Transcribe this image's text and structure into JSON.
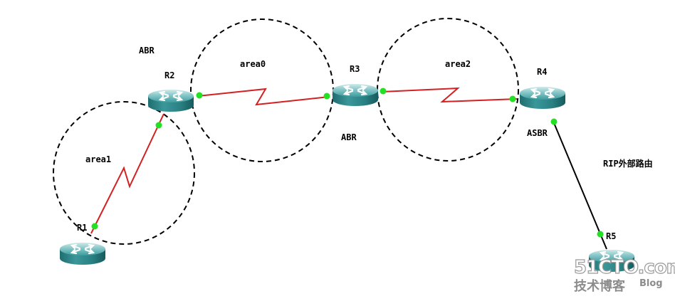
{
  "diagram": {
    "routers": [
      {
        "id": "R1",
        "label": "R1"
      },
      {
        "id": "R2",
        "label": "R2"
      },
      {
        "id": "R3",
        "label": "R3"
      },
      {
        "id": "R4",
        "label": "R4"
      },
      {
        "id": "R5",
        "label": "R5"
      }
    ],
    "areas": [
      {
        "id": "area1",
        "label": "area1"
      },
      {
        "id": "area0",
        "label": "area0"
      },
      {
        "id": "area2",
        "label": "area2"
      }
    ],
    "roles": {
      "r2": "ABR",
      "r3": "ABR",
      "r4": "ASBR"
    },
    "external_label": "RIP外部路由",
    "links": [
      {
        "from": "R1",
        "to": "R2",
        "type": "serial",
        "color": "#d42020"
      },
      {
        "from": "R2",
        "to": "R3",
        "type": "serial",
        "color": "#d42020"
      },
      {
        "from": "R3",
        "to": "R4",
        "type": "serial",
        "color": "#d42020"
      },
      {
        "from": "R4",
        "to": "R5",
        "type": "ethernet",
        "color": "#000000"
      }
    ],
    "colors": {
      "router_body": "#2f8a8c",
      "port_dot": "#22e022",
      "area_boundary": "#000000"
    }
  },
  "watermark": {
    "brand": "51CTO.com",
    "sub": "技术博客",
    "blog": "Blog"
  }
}
